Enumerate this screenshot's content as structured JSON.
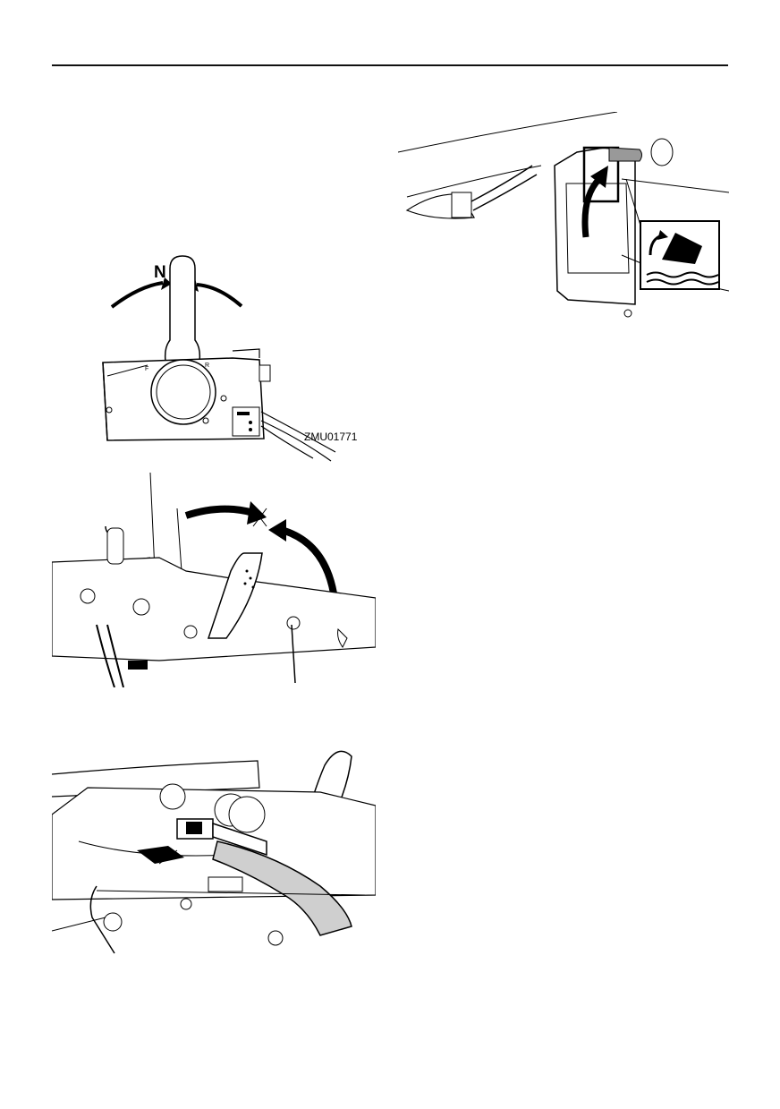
{
  "page": {
    "figures": {
      "shift_lever": {
        "neutral_label": "N",
        "forward_mark": "F",
        "reverse_mark": "R",
        "figure_code": "ZMU01771"
      },
      "tilt_support": {},
      "steering_arm": {},
      "remote_connector": {}
    }
  }
}
